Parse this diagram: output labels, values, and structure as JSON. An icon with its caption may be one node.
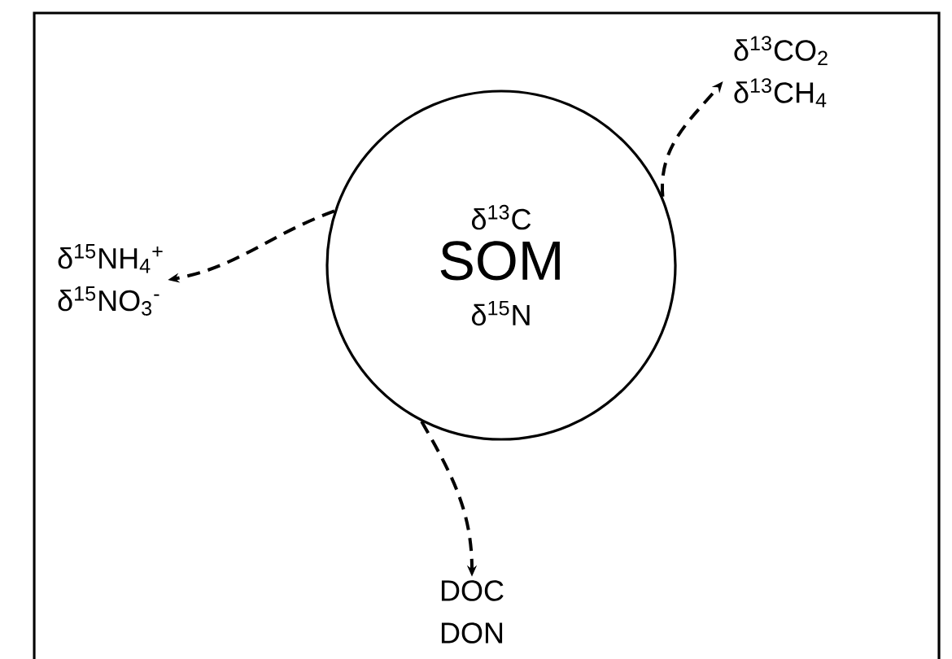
{
  "diagram": {
    "nodes": [
      {
        "text": [
          "δ$^{13}$C",
          "SOM",
          "δ$^{15}$N"
        ]
      },
      {
        "text": [
          "δ$^{15}$NH$_{4}$$^{+}$",
          "δ$^{15}$NO$_{3}$$^{-}$"
        ]
      },
      {
        "text": [
          "δ$^{13}$CO$_{2}$",
          "δ$^{13}$CH$_{4}$"
        ]
      },
      {
        "text": [
          "DOC",
          "DON"
        ]
      }
    ],
    "edges": [
      {
        "from": 0,
        "to": 1,
        "arrow": "to",
        "style": "dashed"
      },
      {
        "from": 0,
        "to": 2,
        "arrow": "to",
        "style": "dashed"
      },
      {
        "from": 0,
        "to": 3,
        "arrow": "to",
        "style": "dashed"
      }
    ]
  }
}
